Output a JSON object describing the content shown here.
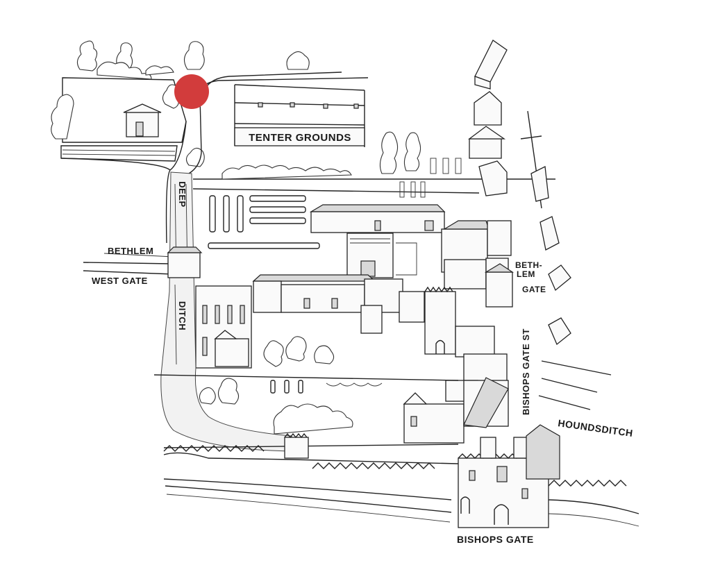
{
  "map": {
    "labels": {
      "tenter_grounds": "TENTER GROUNDS",
      "deep": "DEEP",
      "ditch": "DITCH",
      "bethlem": "BETHLEM",
      "west_gate": "WEST GATE",
      "bethlem_gate_line1": "BETH-",
      "bethlem_gate_line2": "LEM",
      "bethlem_gate_line3": "GATE",
      "bishops_gate_street": "BISHOPS GATE ST",
      "houndsditch": "HOUNDSDITCH",
      "bishops_gate": "BISHOPS GATE"
    },
    "marker": {
      "color": "#d23c3c"
    },
    "colors": {
      "ink": "#222222",
      "paper": "#ffffff"
    }
  }
}
